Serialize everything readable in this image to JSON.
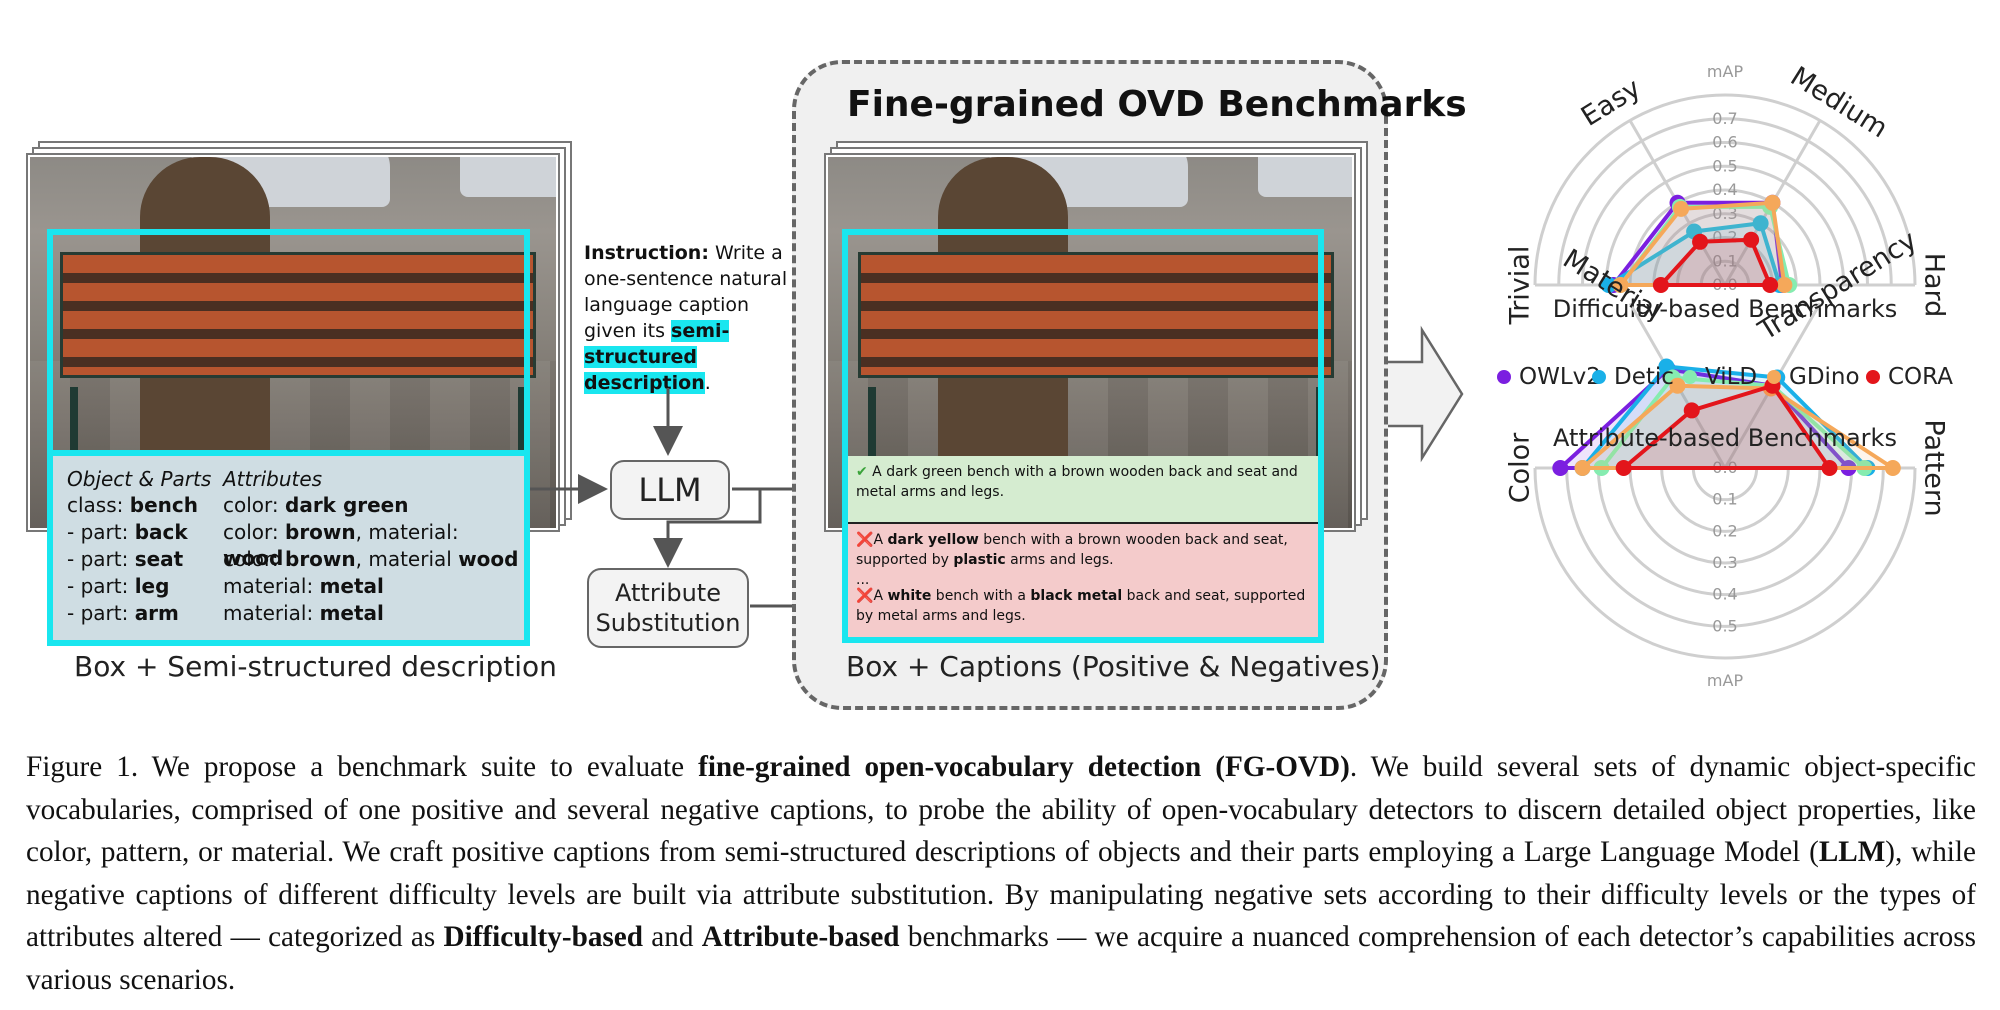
{
  "left_panel": {
    "caption": "Box + Semi-structured description",
    "header_object": "Object & Parts",
    "header_attributes": "Attributes",
    "rows": [
      {
        "obj_prefix": "class: ",
        "obj": "bench",
        "attr": [
          {
            "t": "color: ",
            "b": false
          },
          {
            "t": "dark green",
            "b": true
          }
        ]
      },
      {
        "obj_prefix": "-  part: ",
        "obj": "back",
        "attr": [
          {
            "t": "color: ",
            "b": false
          },
          {
            "t": "brown",
            "b": true
          },
          {
            "t": ", material: ",
            "b": false
          },
          {
            "t": "wood",
            "b": true
          }
        ]
      },
      {
        "obj_prefix": "-  part: ",
        "obj": "seat",
        "attr": [
          {
            "t": "color: ",
            "b": false
          },
          {
            "t": "brown",
            "b": true
          },
          {
            "t": ", material ",
            "b": false
          },
          {
            "t": "wood",
            "b": true
          }
        ]
      },
      {
        "obj_prefix": "-  part: ",
        "obj": "leg",
        "attr": [
          {
            "t": "material: ",
            "b": false
          },
          {
            "t": "metal",
            "b": true
          }
        ]
      },
      {
        "obj_prefix": "-  part: ",
        "obj": "arm",
        "attr": [
          {
            "t": "material: ",
            "b": false
          },
          {
            "t": "metal",
            "b": true
          }
        ]
      }
    ]
  },
  "instruction": {
    "label": "Instruction:",
    "text": " Write a one-sentence natural language caption given its ",
    "highlight": "semi-structured description",
    "end": "."
  },
  "nodes": {
    "llm": "LLM",
    "attr_sub_line1": "Attribute",
    "attr_sub_line2": "Substitution"
  },
  "middle_panel": {
    "title": "Fine-grained OVD Benchmarks",
    "caption": "Box + Captions (Positive & Negatives)",
    "positive": {
      "mark": "✔",
      "text": " A dark green bench with a brown wooden back and seat and metal arms and legs."
    },
    "negatives": [
      {
        "mark": "❌",
        "parts": [
          {
            "t": "A ",
            "b": false
          },
          {
            "t": "dark yellow",
            "b": true
          },
          {
            "t": " bench with a brown wooden back and seat, supported by ",
            "b": false
          },
          {
            "t": "plastic",
            "b": true
          },
          {
            "t": " arms and legs.",
            "b": false
          }
        ]
      },
      {
        "mark": "❌",
        "parts": [
          {
            "t": "A ",
            "b": false
          },
          {
            "t": "white",
            "b": true
          },
          {
            "t": " bench with a ",
            "b": false
          },
          {
            "t": "black metal",
            "b": true
          },
          {
            "t": " back and seat, supported by metal arms and legs.",
            "b": false
          }
        ]
      }
    ],
    "ellipsis": "..."
  },
  "legend": [
    {
      "name": "OWLv2",
      "color": "#7b1fe0"
    },
    {
      "name": "Detic",
      "color": "#1ab0e8"
    },
    {
      "name": "ViLD",
      "color": "#86ecb0"
    },
    {
      "name": "GDino",
      "color": "#f5a85a"
    },
    {
      "name": "CORA",
      "color": "#e3151b"
    }
  ],
  "chart_data": [
    {
      "type": "radar",
      "title": "Difficulty-based Benchmarks",
      "unit_label": "mAP",
      "axes": [
        "Trivial",
        "Easy",
        "Medium",
        "Hard"
      ],
      "ticks": [
        "0.0",
        "0.1",
        "0.2",
        "0.3",
        "0.4",
        "0.5",
        "0.6",
        "0.7"
      ],
      "rmax": 0.8,
      "half": "upper",
      "series": [
        {
          "name": "OWLv2",
          "values": [
            0.47,
            0.4,
            0.4,
            0.24
          ]
        },
        {
          "name": "Detic",
          "values": [
            0.49,
            0.26,
            0.3,
            0.23
          ]
        },
        {
          "name": "ViLD",
          "values": [
            0.44,
            0.38,
            0.38,
            0.27
          ]
        },
        {
          "name": "GDino",
          "values": [
            0.44,
            0.37,
            0.4,
            0.25
          ]
        },
        {
          "name": "CORA",
          "values": [
            0.27,
            0.21,
            0.22,
            0.19
          ]
        }
      ]
    },
    {
      "type": "radar",
      "title": "Attribute-based Benchmarks",
      "unit_label": "mAP",
      "axes": [
        "Color",
        "Material",
        "Transparency",
        "Pattern"
      ],
      "ticks": [
        "0.0",
        "0.1",
        "0.2",
        "0.3",
        "0.4",
        "0.5"
      ],
      "rmax": 0.6,
      "half": "lower",
      "series": [
        {
          "name": "OWLv2",
          "values": [
            0.52,
            0.36,
            0.3,
            0.39
          ]
        },
        {
          "name": "Detic",
          "values": [
            0.45,
            0.37,
            0.33,
            0.45
          ]
        },
        {
          "name": "ViLD",
          "values": [
            0.39,
            0.33,
            0.3,
            0.44
          ]
        },
        {
          "name": "GDino",
          "values": [
            0.45,
            0.3,
            0.29,
            0.53
          ]
        },
        {
          "name": "CORA",
          "values": [
            0.32,
            0.21,
            0.3,
            0.33
          ]
        }
      ]
    }
  ],
  "figure_caption": {
    "parts": [
      {
        "t": "Figure 1. We propose a benchmark suite to evaluate ",
        "b": false
      },
      {
        "t": "fine-grained open-vocabulary detection (FG-OVD)",
        "b": true
      },
      {
        "t": ". We build several sets of dynamic object-specific vocabularies, comprised of one positive and several negative captions, to probe the ability of open-vocabulary detectors to discern detailed object properties, like color, pattern, or material.  We craft positive captions from semi-structured descriptions of objects and their parts employing a Large Language Model (",
        "b": false
      },
      {
        "t": "LLM",
        "b": true
      },
      {
        "t": "), while negative captions of different difficulty levels are built via attribute substitution. By manipulating negative sets according to their difficulty levels or the types of attributes altered — categorized as ",
        "b": false
      },
      {
        "t": "Difficulty-based",
        "b": true
      },
      {
        "t": " and ",
        "b": false
      },
      {
        "t": "Attribute-based",
        "b": true
      },
      {
        "t": " benchmarks — we acquire a nuanced comprehension of each detector’s capabilities across various scenarios.",
        "b": false
      }
    ]
  }
}
